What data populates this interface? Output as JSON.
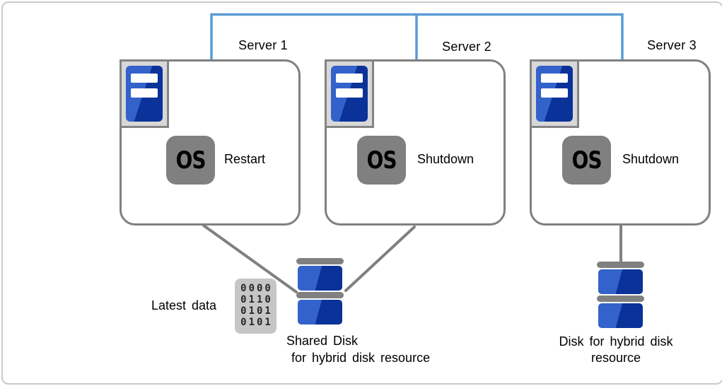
{
  "servers": [
    {
      "label": "Server 1",
      "os_text": "OS",
      "status": "Restart"
    },
    {
      "label": "Server 2",
      "os_text": "OS",
      "status": "Shutdown"
    },
    {
      "label": "Server 3",
      "os_text": "OS",
      "status": "Shutdown"
    }
  ],
  "latest_data": {
    "label": "Latest data"
  },
  "binary_icon": {
    "rows": [
      "0000",
      "0110",
      "0101",
      "0101"
    ]
  },
  "shared_disk": {
    "label_line1": "Shared Disk",
    "label_line2": "for hybrid disk resource"
  },
  "hybrid_disk": {
    "label_line1": "Disk for hybrid disk",
    "label_line2": "resource"
  },
  "colors": {
    "connector_blue": "#5B9BD5",
    "line_gray": "#808080",
    "box_border_gray": "#808080",
    "icon_blue_light": "#3363CA",
    "icon_blue_dark": "#0B3299",
    "os_badge_gray": "#808080",
    "icon_frame_gray": "#D8D8D8",
    "binary_bg_gray": "#C6C6C6",
    "canvas_border_gray": "#C9C9C9",
    "text_black": "#000000"
  }
}
